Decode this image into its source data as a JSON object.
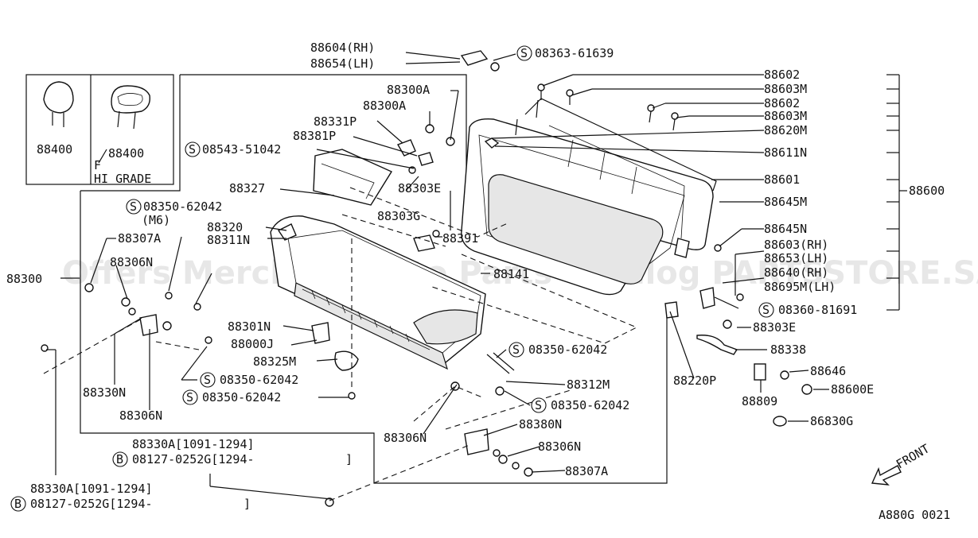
{
  "watermark": "Offers Merchant Auto Parts Catalog PARTSSTORE.SA",
  "diagram_id": "A880G 0021",
  "front_label": "FRONT",
  "inset": {
    "left_label": "88400",
    "right_label": "88400",
    "grade_letter": "F",
    "grade_text": "HI GRADE"
  },
  "labels": {
    "l88604": "88604(RH)",
    "l88654": "88654(LH)",
    "s08363": "08363-61639",
    "l88300A_1": "88300A",
    "l88300A_2": "88300A",
    "l88331P": "88331P",
    "l88381P": "88381P",
    "s08543": "08543-51042",
    "l88327": "88327",
    "l88303E_1": "88303E",
    "l88303G": "88303G",
    "s08350_m6": "08350-62042",
    "m6": "(M6)",
    "l88320": "88320",
    "l88311N": "88311N",
    "l88307A_1": "88307A",
    "l88306N_1": "88306N",
    "l88300": "88300",
    "l88391": "88391",
    "l88141": "88141",
    "l88301N": "88301N",
    "l88000J": "88000J",
    "l88325M": "88325M",
    "s08350_a": "08350-62042",
    "s08350_b": "08350-62042",
    "s08350_c": "08350-62042",
    "s08350_d": "08350-62042",
    "l88312M": "88312M",
    "l88330N": "88330N",
    "l88306N_2": "88306N",
    "l88306N_3": "88306N",
    "l88380N": "88380N",
    "l88306N_4": "88306N",
    "l88307A_2": "88307A",
    "l88330A_1": "88330A[1091-1294]",
    "b08127_1": "08127-0252G[1294-",
    "bracket_close": "]",
    "l88330A_2": "88330A[1091-1294]",
    "b08127_2": "08127-0252G[1294-",
    "l88220P": "88220P",
    "r88602_1": "88602",
    "r88603M_1": "88603M",
    "r88602_2": "88602",
    "r88603M_2": "88603M",
    "r88620M": "88620M",
    "r88611N": "88611N",
    "r88601": "88601",
    "r88645M": "88645M",
    "r88645N": "88645N",
    "r88603RH": "88603(RH)",
    "r88653LH": "88653(LH)",
    "r88640RH": "88640(RH)",
    "r88695M": "88695M(LH)",
    "s08360": "08360-81691",
    "r88303E": "88303E",
    "r88338": "88338",
    "r88646": "88646",
    "r88600E": "88600E",
    "r88809": "88809",
    "r86830G": "86830G",
    "r88600": "88600"
  },
  "symbols": {
    "screw": "S",
    "bolt": "B"
  }
}
